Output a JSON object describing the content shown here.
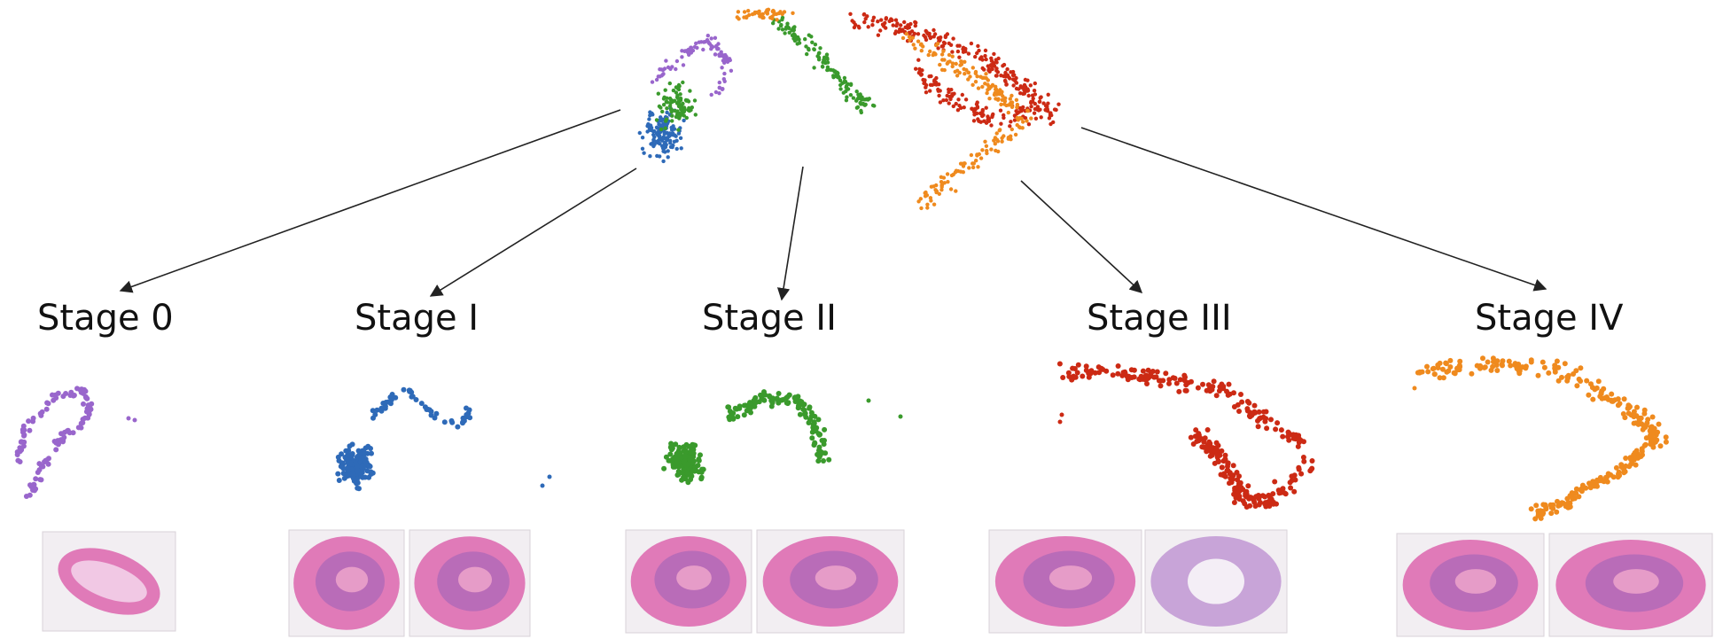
{
  "stages": [
    {
      "label": "Stage 0",
      "color": "#9966cc",
      "slides": 1
    },
    {
      "label": "Stage I",
      "color": "#2e6ab8",
      "slides": 2
    },
    {
      "label": "Stage II",
      "color": "#3a9a2c",
      "slides": 2
    },
    {
      "label": "Stage III",
      "color": "#cc2a14",
      "slides": 2
    },
    {
      "label": "Stage IV",
      "color": "#ef8a1e",
      "slides": 2
    }
  ],
  "colors": {
    "arrow": "#222222",
    "tissue_background": "#f2eef2",
    "tissue_pink": "#e07ab8",
    "tissue_light": "#f1c8e4",
    "tissue_purple": "#a867b8"
  }
}
